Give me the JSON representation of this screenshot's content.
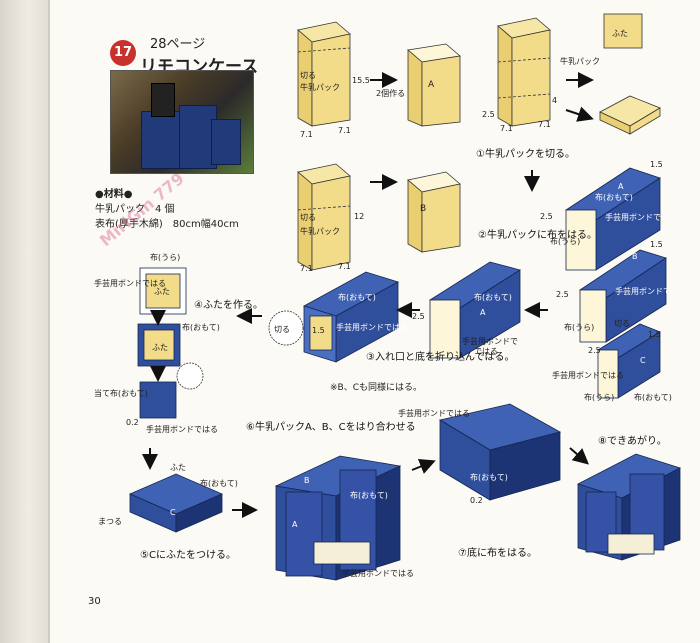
{
  "header": {
    "badge": "17",
    "page_ref": "28ページ",
    "title": "リモコンケース"
  },
  "materials": {
    "heading": "●材料●",
    "milk_carton": "牛乳パック　4 個",
    "cloth": "表布(厚手木綿)　80cm幅40cm"
  },
  "watermark": "MiriGin 779",
  "labels": {
    "cut": "切る",
    "milk_pack": "牛乳パック",
    "two_pieces": "2個作る",
    "a": "A",
    "b": "B",
    "c": "C",
    "lid": "ふた",
    "dim_15_5": "15.5",
    "dim_12": "12",
    "dim_7_1": "7.1",
    "dim_4": "4",
    "dim_2_5": "2.5",
    "dim_1_5": "1.5",
    "dim_0_2": "0.2",
    "cloth_front": "布(おもて)",
    "cloth_back": "布(うら)",
    "glue": "手芸用ボンドではる",
    "glue_short": "手芸用ボンドで",
    "glue_wa": "ではる",
    "backing_cloth": "当て布(おもて)",
    "sew": "まつる",
    "milk_pack_label": "牛乳パック"
  },
  "steps": {
    "s1": "①牛乳パックを切る。",
    "s2": "②牛乳パックに布をはる。",
    "s3": "③入れ口と底を折り込んではる。",
    "s3_note": "※B、Cも同様にはる。",
    "s4": "④ふたを作る。",
    "s5": "⑤Cにふたをつける。",
    "s6": "⑥牛乳パックA、B、Cをはり合わせる",
    "s7": "⑦底に布をはる。",
    "s8": "⑧できあがり。"
  },
  "footer": {
    "page_number": "30"
  },
  "colors": {
    "carton": "#f2dc8a",
    "denim": "#2f4f9c",
    "denim_dark": "#1d3474",
    "badge": "#c8322e"
  }
}
